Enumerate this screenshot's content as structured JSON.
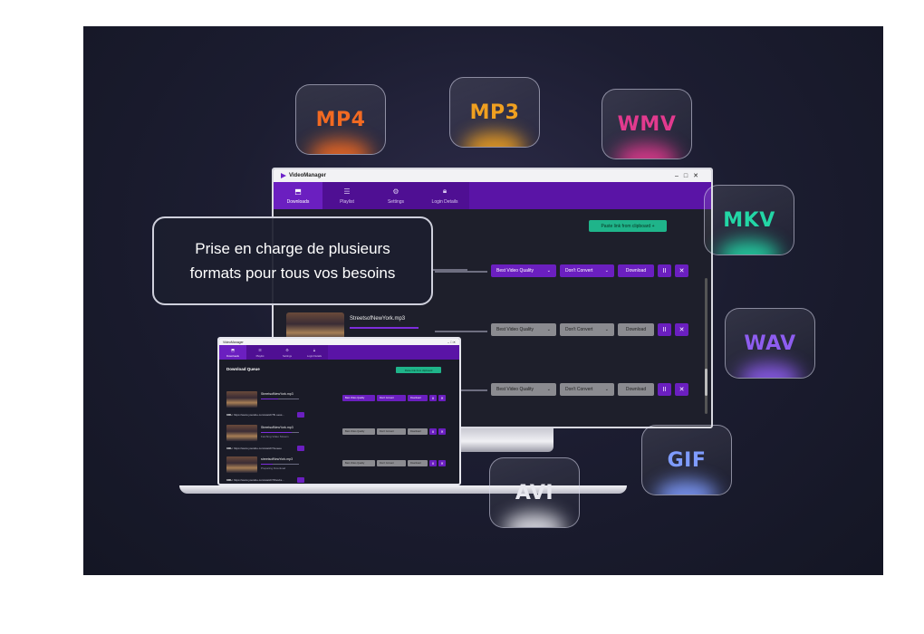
{
  "badges": [
    {
      "label": "MP4",
      "color": "#f26a22"
    },
    {
      "label": "MP3",
      "color": "#f0a020"
    },
    {
      "label": "WMV",
      "color": "#e23a8e"
    },
    {
      "label": "MKV",
      "color": "#23d6a6"
    },
    {
      "label": "WAV",
      "color": "#8e5df0"
    },
    {
      "label": "GIF",
      "color": "#7f9cff"
    },
    {
      "label": "AVI",
      "color": "#e8e8ef"
    }
  ],
  "callout": {
    "line1": "Prise en charge de plusieurs",
    "line2": "formats pour tous vos besoins"
  },
  "app": {
    "title": "VideoManager",
    "nav": [
      "Downloads",
      "Playlist",
      "Settings",
      "Login Details"
    ],
    "paste_label": "Paste link from clipboard",
    "quality": "Best Video Quality",
    "convert": "Don't Convert",
    "download": "Download",
    "pause": "II",
    "cancel": "✕",
    "big_file": "StreetsofNewYork.mp3"
  },
  "laptop": {
    "queue_title": "Download Queue",
    "paste_label": "Paste link from clipboard",
    "items": [
      {
        "file": "StreetsofNewYork.mp3",
        "status": "",
        "url_label": "URL:",
        "url": "https://www.youtube.com/watch?fh-sess...",
        "progress": 0.45
      },
      {
        "file": "StreetsofNewYork.mp3",
        "status": "Fetching Video Stream",
        "url_label": "URL:",
        "url": "https://www.youtube.com/watch?/eoeee",
        "progress": 0.8
      },
      {
        "file": "streetsofNewYork.mp3",
        "status": "Preparing Download",
        "url_label": "URL:",
        "url": "https://www.youtube.com/watch?/l0vebs...",
        "progress": 0.3
      }
    ]
  }
}
